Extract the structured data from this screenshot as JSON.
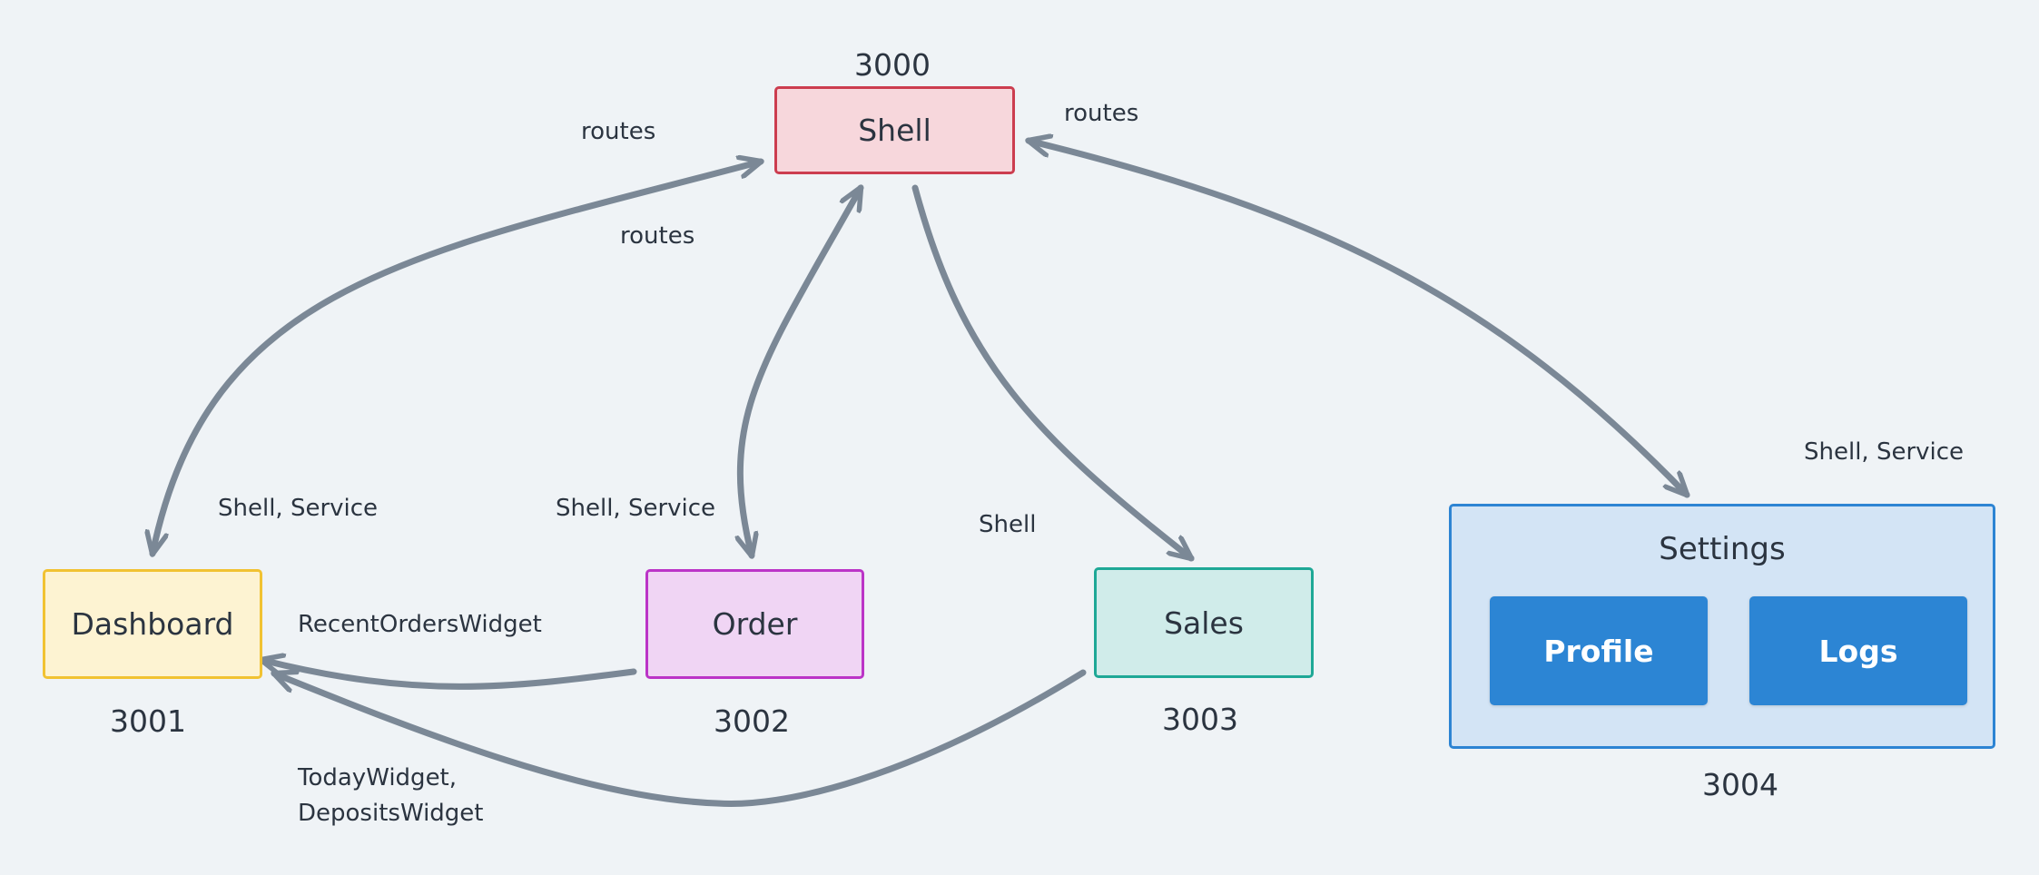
{
  "nodes": {
    "shell": {
      "name": "Shell",
      "port": "3000",
      "fill": "#f7d7dc",
      "stroke": "#cc3d4f"
    },
    "dashboard": {
      "name": "Dashboard",
      "port": "3001",
      "fill": "#fdf3d2",
      "stroke": "#f1c232"
    },
    "order": {
      "name": "Order",
      "port": "3002",
      "fill": "#f0d5f4",
      "stroke": "#bb34c7"
    },
    "sales": {
      "name": "Sales",
      "port": "3003",
      "fill": "#d0ecea",
      "stroke": "#1ea896"
    },
    "settings": {
      "name": "Settings",
      "port": "3004",
      "fill": "#d3e4f5",
      "stroke": "#2d84d3",
      "children": [
        "Profile",
        "Logs"
      ],
      "child_fill": "#2c85d4"
    }
  },
  "edges": [
    {
      "id": "shell-dashboard",
      "from": "Shell",
      "to": "Dashboard",
      "bidirectional": true,
      "labels": [
        "routes",
        "Shell, Service"
      ]
    },
    {
      "id": "shell-order",
      "from": "Shell",
      "to": "Order",
      "bidirectional": true,
      "labels": [
        "routes",
        "Shell, Service"
      ]
    },
    {
      "id": "shell-sales",
      "from": "Shell",
      "to": "Sales",
      "bidirectional": false,
      "labels": [
        "Shell"
      ]
    },
    {
      "id": "shell-settings",
      "from": "Shell",
      "to": "Settings",
      "bidirectional": true,
      "labels": [
        "routes",
        "Shell, Service"
      ]
    },
    {
      "id": "order-dashboard",
      "from": "Order",
      "to": "Dashboard",
      "bidirectional": false,
      "labels": [
        "RecentOrdersWidget"
      ]
    },
    {
      "id": "sales-dashboard",
      "from": "Sales",
      "to": "Dashboard",
      "bidirectional": false,
      "labels": [
        "TodayWidget,",
        "DepositsWidget"
      ]
    }
  ],
  "edge_color": "#7b8896"
}
